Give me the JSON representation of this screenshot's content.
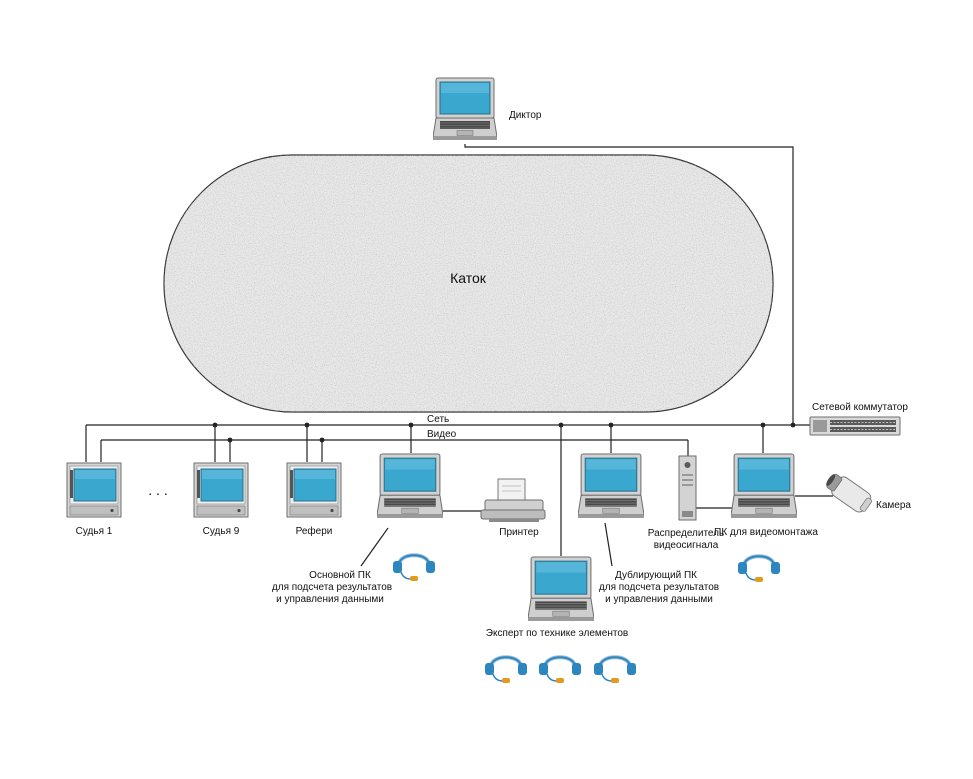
{
  "labels": {
    "rink": "Каток",
    "announcer": "Диктор",
    "network_switch": "Сетевой коммутатор",
    "network_line": "Сеть",
    "video_line": "Видео",
    "judge_1": "Судья 1",
    "ellipsis": ". . .",
    "judge_9": "Судья 9",
    "referee": "Рефери",
    "printer": "Принтер",
    "video_distributor": [
      "Распределитель",
      "видеосигнала"
    ],
    "video_editing_pc": "ПК для видеомонтажа",
    "camera": "Камера",
    "main_pc": [
      "Основной ПК",
      "для подсчета результатов",
      "и управления данными"
    ],
    "backup_pc": [
      "Дублирующий ПК",
      "для подсчета результатов",
      "и управления данными"
    ],
    "technical_expert": "Эксперт по технике элементов"
  },
  "colors": {
    "line": "#222222",
    "screen": "#3aa7cf",
    "device_frame": "#bdbdbd",
    "rink_fill": "#e6e6e6",
    "headset_blue": "#2e86c1",
    "headset_mic": "#e39b1f"
  },
  "icons": {
    "laptop": "laptop-icon",
    "monitor": "monitor-icon",
    "headset": "headset-icon",
    "printer": "printer-icon",
    "switch": "network-switch-icon",
    "distributor": "video-distributor-icon",
    "camera": "camera-icon"
  }
}
